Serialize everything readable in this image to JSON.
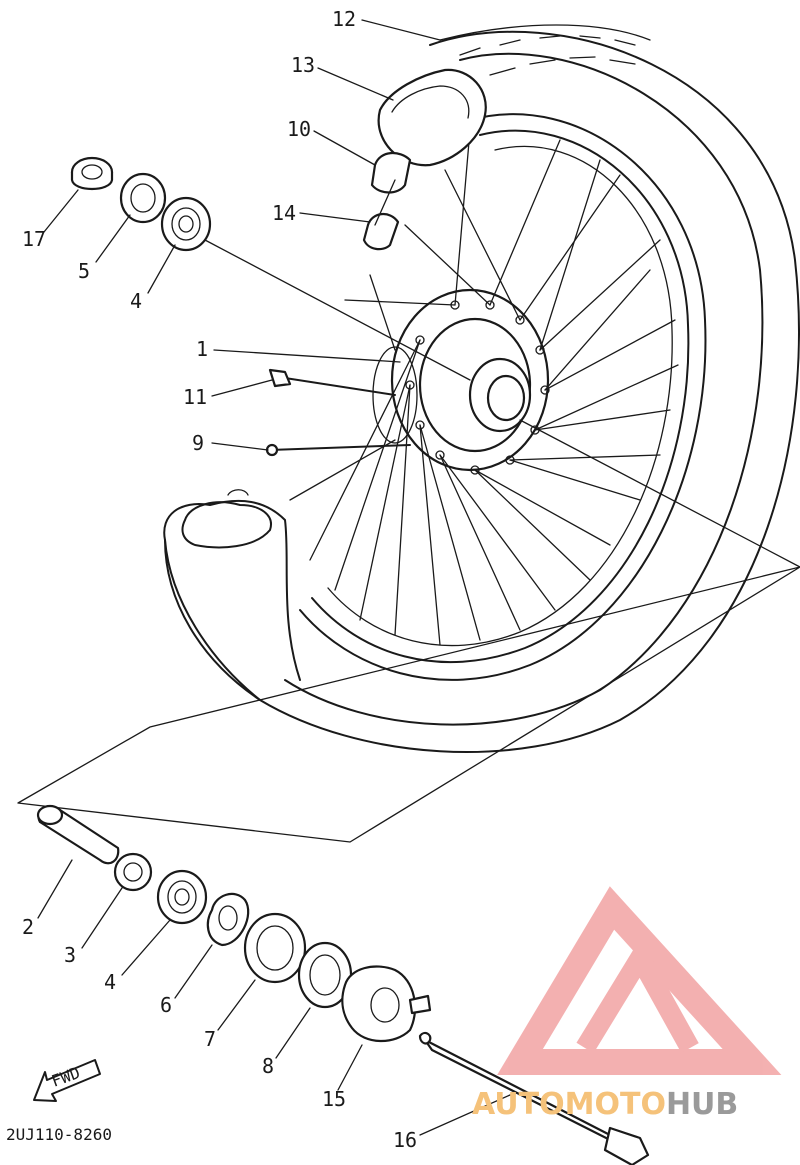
{
  "diagram": {
    "part_numbers": [
      "1",
      "2",
      "3",
      "4",
      "5",
      "6",
      "7",
      "8",
      "9",
      "10",
      "11",
      "12",
      "13",
      "14",
      "15",
      "16",
      "17"
    ],
    "labels": {
      "p1": "1",
      "p2": "2",
      "p3": "3",
      "p4a": "4",
      "p4b": "4",
      "p5": "5",
      "p6": "6",
      "p7": "7",
      "p8": "8",
      "p9": "9",
      "p10": "10",
      "p11": "11",
      "p12": "12",
      "p13": "13",
      "p14": "14",
      "p15": "15",
      "p16": "16",
      "p17": "17"
    },
    "direction_arrow": "FWD",
    "drawing_code": "2UJ110-8260"
  },
  "watermark": {
    "brand_part1": "AUTOMOTO",
    "brand_part2": "HUB",
    "colors": {
      "logo": "#f2a3a3",
      "text_primary": "#f5c27a",
      "text_secondary": "#9a9a9a"
    }
  }
}
